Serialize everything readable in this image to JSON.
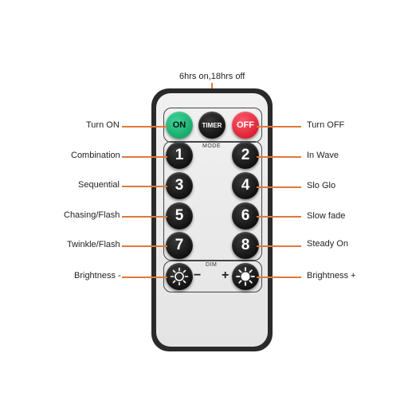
{
  "top_label": "6hrs on,18hrs off",
  "buttons": {
    "on": "ON",
    "timer": "TIMER",
    "off": "OFF",
    "n1": "1",
    "n2": "2",
    "n3": "3",
    "n4": "4",
    "n5": "5",
    "n6": "6",
    "n7": "7",
    "n8": "8"
  },
  "panel_labels": {
    "mode": "MODE",
    "dim": "DIM",
    "minus": "−",
    "plus": "+"
  },
  "left_labels": {
    "turn_on": "Turn ON",
    "combination": "Combination",
    "sequential": "Sequential",
    "chasing": "Chasing/Flash",
    "twinkle": "Twinkle/Flash",
    "brightness_minus": "Brightness -"
  },
  "right_labels": {
    "turn_off": "Turn OFF",
    "in_wave": "In Wave",
    "slo_glo": "Slo Glo",
    "slow_fade": "Slow fade",
    "steady_on": "Steady On",
    "brightness_plus": "Brightness +"
  },
  "colors": {
    "accent_line": "#e0783a",
    "on_button": "#14a866",
    "off_button": "#d81e31",
    "remote_body": "#2a2a2a"
  },
  "icons": {
    "dim_minus": "sun-outline-icon",
    "dim_plus": "sun-filled-icon"
  }
}
